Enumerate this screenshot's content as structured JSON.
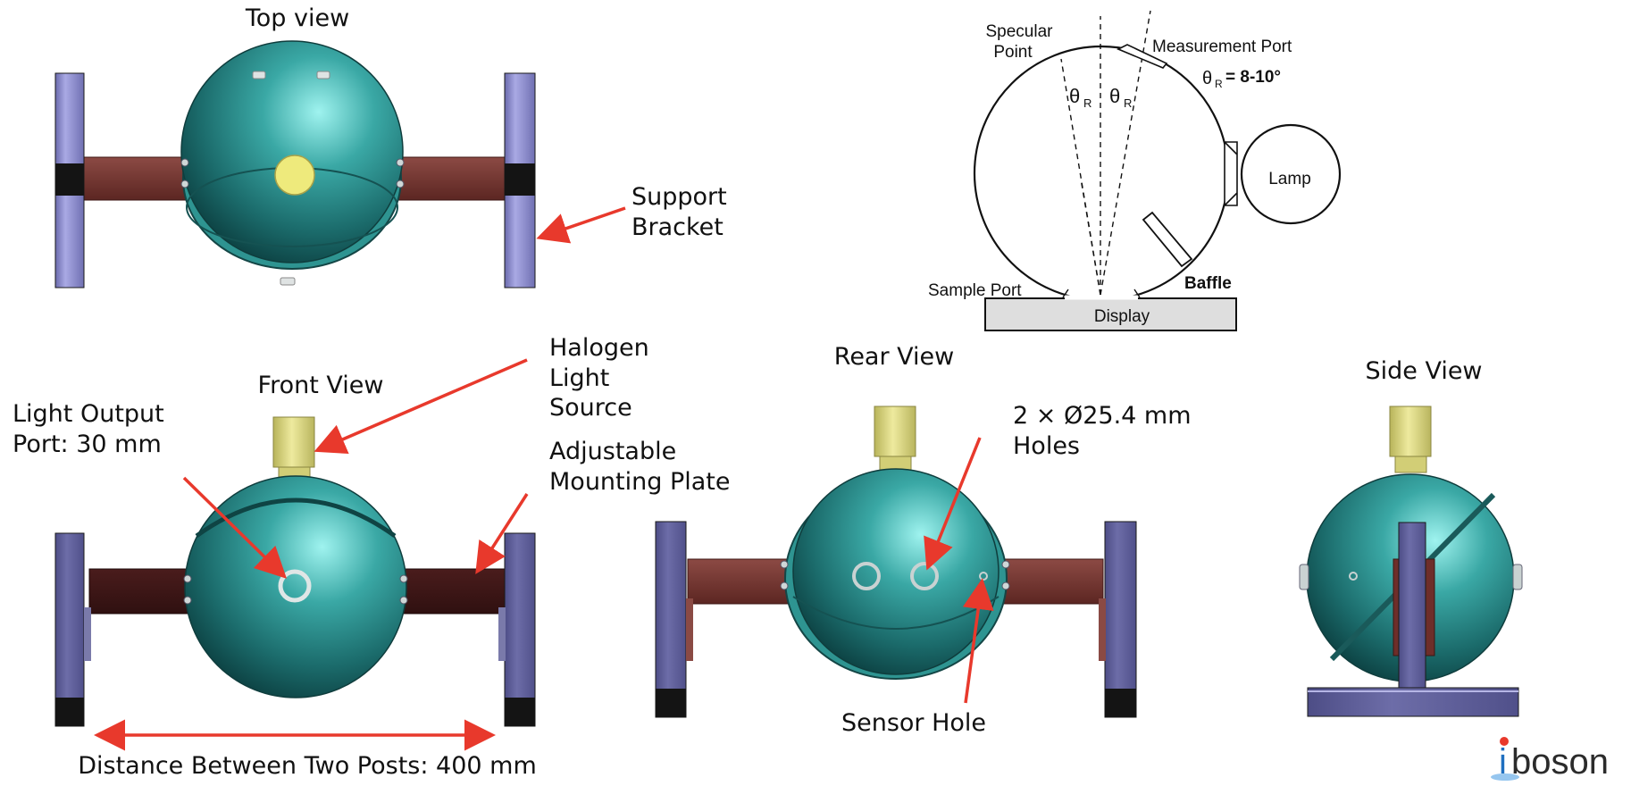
{
  "colors": {
    "sphere_light": "#7fe5e1",
    "sphere_mid": "#2a8a88",
    "sphere_dark": "#0e4748",
    "post": "#9a9ad6",
    "post_dark": "#5c5c9a",
    "bracket": "#6e2e2a",
    "lamp": "#e3e08a",
    "arrow": "#e8392c",
    "logo_blue": "#1f6fc0"
  },
  "views": {
    "top": "Top view",
    "front": "Front View",
    "rear": "Rear View",
    "side": "Side View"
  },
  "callouts": {
    "support_bracket": [
      "Support",
      "Bracket"
    ],
    "halogen": [
      "Halogen",
      "Light",
      "Source"
    ],
    "light_output": [
      "Light Output",
      "Port: 30 mm"
    ],
    "mounting_plate": [
      "Adjustable",
      "Mounting Plate"
    ],
    "holes": [
      "2 × Ø25.4 mm",
      "Holes"
    ],
    "sensor_hole": "Sensor Hole",
    "distance": "Distance Between Two Posts: 400 mm"
  },
  "schematic": {
    "specular_point": [
      "Specular",
      "Point"
    ],
    "measurement_port": "Measurement Port",
    "theta": "θ",
    "theta_sub": "R",
    "theta_value": "= 8-10°",
    "lamp": "Lamp",
    "baffle": "Baffle",
    "sample_port": "Sample Port",
    "display": "Display"
  },
  "logo": {
    "i": "i",
    "text": "boson"
  }
}
